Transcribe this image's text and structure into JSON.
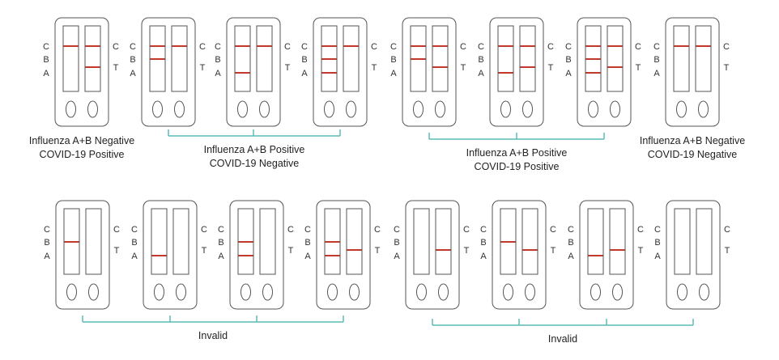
{
  "colors": {
    "band": "#c0392b",
    "outline": "#555555",
    "bracket": "#5bbcb8"
  },
  "left_labels": [
    "C",
    "B",
    "A"
  ],
  "right_labels": [
    "C",
    "T"
  ],
  "rows": [
    {
      "cassettes": [
        {
          "left": [
            "C"
          ],
          "right": [
            "C",
            "T"
          ]
        },
        {
          "left": [
            "C",
            "B"
          ],
          "right": [
            "C"
          ]
        },
        {
          "left": [
            "C",
            "A"
          ],
          "right": [
            "C"
          ]
        },
        {
          "left": [
            "C",
            "B",
            "A"
          ],
          "right": [
            "C"
          ]
        },
        {
          "left": [
            "C",
            "B"
          ],
          "right": [
            "C",
            "T"
          ]
        },
        {
          "left": [
            "C",
            "A"
          ],
          "right": [
            "C",
            "T"
          ]
        },
        {
          "left": [
            "C",
            "B",
            "A"
          ],
          "right": [
            "C",
            "T"
          ]
        },
        {
          "left": [
            "C"
          ],
          "right": [
            "C"
          ]
        }
      ],
      "groups": [
        {
          "members": [
            0
          ],
          "bracket": false,
          "caption": [
            "Influenza A+B Negative",
            "COVID-19 Positive"
          ]
        },
        {
          "members": [
            1,
            2,
            3
          ],
          "bracket": true,
          "caption": [
            "Influenza A+B Positive",
            "COVID-19 Negative"
          ]
        },
        {
          "members": [
            4,
            5,
            6
          ],
          "bracket": true,
          "caption": [
            "Influenza A+B Positive",
            "COVID-19 Positive"
          ]
        },
        {
          "members": [
            7
          ],
          "bracket": false,
          "caption": [
            "Influenza A+B Negative",
            "COVID-19 Negative"
          ]
        }
      ]
    },
    {
      "cassettes": [
        {
          "left": [
            "B"
          ],
          "right": []
        },
        {
          "left": [
            "A"
          ],
          "right": []
        },
        {
          "left": [
            "B",
            "A"
          ],
          "right": []
        },
        {
          "left": [
            "B",
            "A"
          ],
          "right": [
            "T"
          ]
        },
        {
          "left": [],
          "right": [
            "T"
          ]
        },
        {
          "left": [
            "B"
          ],
          "right": [
            "T"
          ]
        },
        {
          "left": [
            "A"
          ],
          "right": [
            "T"
          ]
        },
        {
          "left": [],
          "right": []
        }
      ],
      "groups": [
        {
          "members": [
            0,
            1,
            2,
            3
          ],
          "bracket": true,
          "caption": [
            "Invalid"
          ]
        },
        {
          "members": [
            4,
            5,
            6,
            7
          ],
          "bracket": true,
          "caption": [
            "Invalid"
          ]
        }
      ]
    }
  ]
}
